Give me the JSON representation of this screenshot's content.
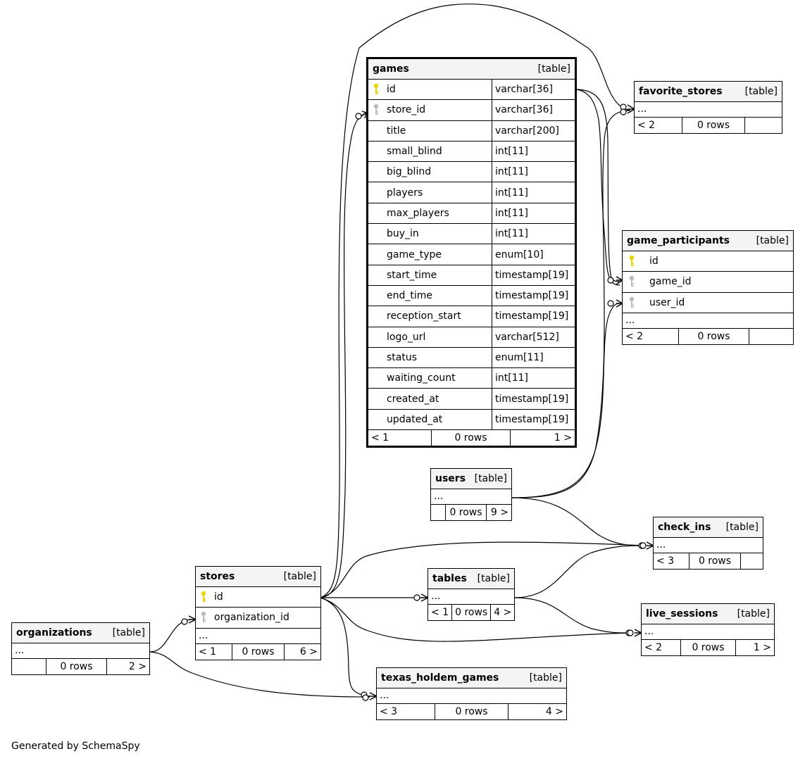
{
  "footer_text": "Generated by SchemaSpy",
  "colors": {
    "pk_key": "#e6d400",
    "fk_key": "#bcbcbc",
    "header_bg": "#f4f4f4"
  },
  "tables": {
    "games": {
      "name": "games",
      "type": "[table]",
      "columns": [
        {
          "name": "id",
          "type": "varchar[36]",
          "key": "pk"
        },
        {
          "name": "store_id",
          "type": "varchar[36]",
          "key": "fk"
        },
        {
          "name": "title",
          "type": "varchar[200]",
          "key": ""
        },
        {
          "name": "small_blind",
          "type": "int[11]",
          "key": ""
        },
        {
          "name": "big_blind",
          "type": "int[11]",
          "key": ""
        },
        {
          "name": "players",
          "type": "int[11]",
          "key": ""
        },
        {
          "name": "max_players",
          "type": "int[11]",
          "key": ""
        },
        {
          "name": "buy_in",
          "type": "int[11]",
          "key": ""
        },
        {
          "name": "game_type",
          "type": "enum[10]",
          "key": ""
        },
        {
          "name": "start_time",
          "type": "timestamp[19]",
          "key": ""
        },
        {
          "name": "end_time",
          "type": "timestamp[19]",
          "key": ""
        },
        {
          "name": "reception_start",
          "type": "timestamp[19]",
          "key": ""
        },
        {
          "name": "logo_url",
          "type": "varchar[512]",
          "key": ""
        },
        {
          "name": "status",
          "type": "enum[11]",
          "key": ""
        },
        {
          "name": "waiting_count",
          "type": "int[11]",
          "key": ""
        },
        {
          "name": "created_at",
          "type": "timestamp[19]",
          "key": ""
        },
        {
          "name": "updated_at",
          "type": "timestamp[19]",
          "key": ""
        }
      ],
      "footer": [
        "< 1",
        "0 rows",
        "1 >"
      ]
    },
    "favorite_stores": {
      "name": "favorite_stores",
      "type": "[table]",
      "ellipsis": "...",
      "footer": [
        "< 2",
        "0 rows",
        ""
      ]
    },
    "game_participants": {
      "name": "game_participants",
      "type": "[table]",
      "columns": [
        {
          "name": "id",
          "key": "pk"
        },
        {
          "name": "game_id",
          "key": "fk"
        },
        {
          "name": "user_id",
          "key": "fk"
        }
      ],
      "ellipsis": "...",
      "footer": [
        "< 2",
        "0 rows",
        ""
      ]
    },
    "users": {
      "name": "users",
      "type": "[table]",
      "ellipsis": "...",
      "footer": [
        "",
        "0 rows",
        "9 >"
      ]
    },
    "check_ins": {
      "name": "check_ins",
      "type": "[table]",
      "ellipsis": "...",
      "footer": [
        "< 3",
        "0 rows",
        ""
      ]
    },
    "stores": {
      "name": "stores",
      "type": "[table]",
      "columns": [
        {
          "name": "id",
          "key": "pk"
        },
        {
          "name": "organization_id",
          "key": "fk"
        }
      ],
      "ellipsis": "...",
      "footer": [
        "< 1",
        "0 rows",
        "6 >"
      ]
    },
    "tables": {
      "name": "tables",
      "type": "[table]",
      "ellipsis": "...",
      "footer": [
        "< 1",
        "0 rows",
        "4 >"
      ]
    },
    "live_sessions": {
      "name": "live_sessions",
      "type": "[table]",
      "ellipsis": "...",
      "footer": [
        "< 2",
        "0 rows",
        "1 >"
      ]
    },
    "organizations": {
      "name": "organizations",
      "type": "[table]",
      "ellipsis": "...",
      "footer": [
        "",
        "0 rows",
        "2 >"
      ]
    },
    "texas_holdem_games": {
      "name": "texas_holdem_games",
      "type": "[table]",
      "ellipsis": "...",
      "footer": [
        "< 3",
        "0 rows",
        "4 >"
      ]
    }
  }
}
